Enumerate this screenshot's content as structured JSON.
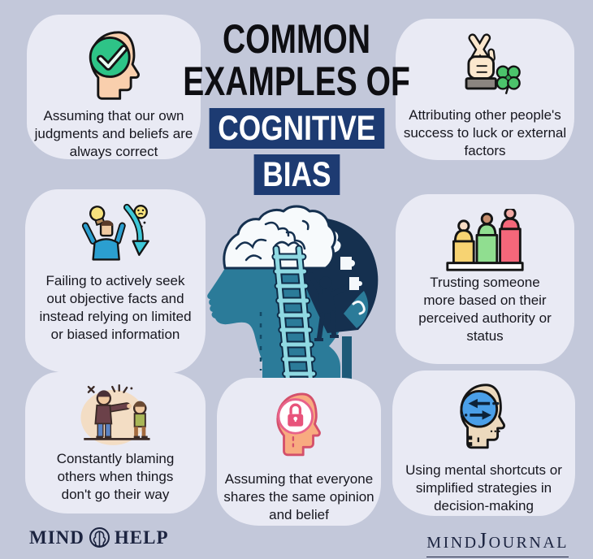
{
  "title": {
    "line1": "COMMON",
    "line2": "EXAMPLES OF",
    "highlight1": "COGNITIVE",
    "highlight2": "BIAS"
  },
  "cards": [
    {
      "icon": "head-check-icon",
      "text": "Assuming that our own judgments and beliefs are always correct"
    },
    {
      "icon": "crossed-fingers-clover-icon",
      "text": "Attributing other people's success to luck or external factors"
    },
    {
      "icon": "rejecting-ideas-icon",
      "text": "Failing to actively seek out objective facts and instead relying on limited or biased information"
    },
    {
      "icon": "status-podium-icon",
      "text": "Trusting someone more based on their perceived authority or status"
    },
    {
      "icon": "blaming-others-icon",
      "text": "Constantly blaming others when things don't go their way"
    },
    {
      "icon": "locked-mind-icon",
      "text": "Assuming that everyone shares the same opinion and belief"
    },
    {
      "icon": "mental-shortcut-icon",
      "text": "Using mental shortcuts or simplified strategies in decision-making"
    }
  ],
  "center_illustration": "head-brain-puzzle-ladder",
  "footer": {
    "left_logo": {
      "part1": "MIND",
      "part2": "HELP",
      "icon": "brain-emblem-icon"
    },
    "right_logo": {
      "part1": "MIND",
      "initial": "J",
      "part2": "OURNAL"
    }
  },
  "colors": {
    "background": "#c3c8da",
    "card_bg": "#e9eaf4",
    "title_text": "#0e0e12",
    "title_box_bg": "#1d3b72",
    "title_box_text": "#ffffff",
    "body_text": "#17171f",
    "logo_text": "#1c2440",
    "head_teal": "#2b7b99",
    "head_navy": "#15304f",
    "ladder_cyan": "#8fd9e2",
    "check_green": "#2ec487",
    "clover_green": "#4cc36b",
    "arrow_teal": "#3ec8d8",
    "podium_yellow": "#f7d372",
    "podium_green": "#90de90",
    "podium_red": "#f4677a",
    "lock_pink": "#e8537b",
    "shortcut_blue": "#4a9fe8"
  }
}
